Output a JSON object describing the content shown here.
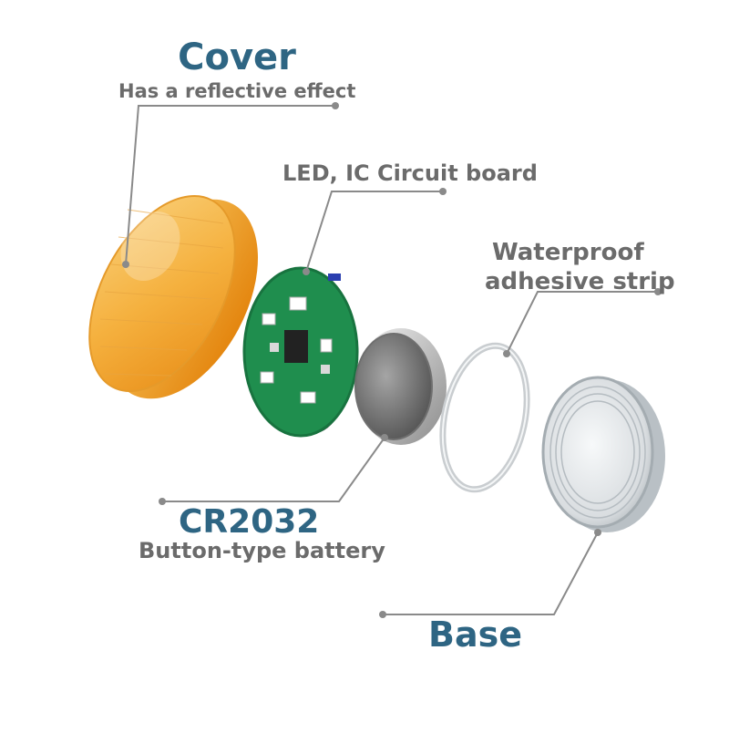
{
  "diagram": {
    "labels": {
      "cover_title": "Cover",
      "cover_sub": "Has a reflective effect",
      "board_title": "LED, IC  Circuit board",
      "strip_line1": "Waterproof",
      "strip_line2": "adhesive strip",
      "battery_title": "CR2032",
      "battery_sub": "Button-type battery",
      "base_title": "Base"
    },
    "colors": {
      "title": "#2e6583",
      "subtitle": "#6b6b6b",
      "leader_line": "#8a8a8a",
      "cover": "#f2a733",
      "board": "#1f8e4e",
      "battery": "#8c8c8c",
      "base": "#c9cfd3"
    }
  }
}
